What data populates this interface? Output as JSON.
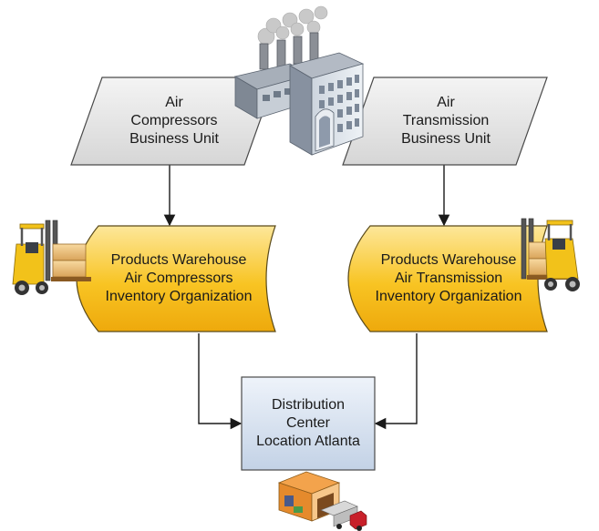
{
  "diagram": {
    "business_units": [
      {
        "lines": [
          "Air",
          "Compressors",
          "Business Unit"
        ]
      },
      {
        "lines": [
          "Air",
          "Transmission",
          "Business Unit"
        ]
      }
    ],
    "inventory_orgs": [
      {
        "lines": [
          "Products Warehouse",
          "Air Compressors",
          "Inventory Organization"
        ]
      },
      {
        "lines": [
          "Products Warehouse",
          "Air Transmission",
          "Inventory Organization"
        ]
      }
    ],
    "distribution_center": {
      "lines": [
        "Distribution",
        "Center",
        "Location Atlanta"
      ]
    },
    "icons": [
      "factory-icon",
      "forklift-icon",
      "forklift-icon",
      "warehouse-truck-icon"
    ],
    "colors": {
      "parallelogram_fill": "#e6e6e6",
      "inventory_fill": "#f7c21b",
      "center_fill": "#d9e2ef",
      "stroke": "#333333"
    }
  }
}
